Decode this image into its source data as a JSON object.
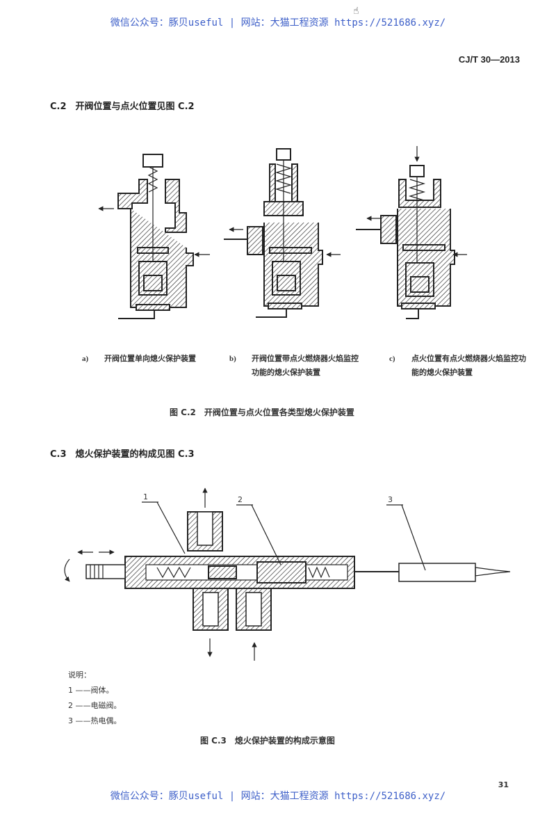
{
  "watermark": {
    "top": "微信公众号：豚贝useful | 网站：大猫工程资源 https://521686.xyz/",
    "bottom": "微信公众号：豚贝useful | 网站：大猫工程资源 https://521686.xyz/"
  },
  "header": {
    "standard_no": "CJ/T 30—2013"
  },
  "section_c2": {
    "number": "C.2",
    "title": "开阀位置与点火位置见图 C.2",
    "subfigures": [
      {
        "tag": "a)",
        "text": "开阀位置单向熄火保护装置"
      },
      {
        "tag": "b)",
        "text": "开阀位置带点火燃烧器火焰监控功能的熄火保护装置"
      },
      {
        "tag": "c)",
        "text": "点火位置有点火燃烧器火焰监控功能的熄火保护装置"
      }
    ],
    "figure_caption": "图 C.2　开阀位置与点火位置各类型熄火保护装置"
  },
  "section_c3": {
    "number": "C.3",
    "title": "熄火保护装置的构成见图 C.3",
    "callouts": [
      "1",
      "2",
      "3"
    ],
    "legend_title": "说明：",
    "legend": [
      {
        "num": "1",
        "text": "——阀体。"
      },
      {
        "num": "2",
        "text": "——电磁阀。"
      },
      {
        "num": "3",
        "text": "——热电偶。"
      }
    ],
    "figure_caption": "图 C.3　熄火保护装置的构成示意图"
  },
  "footer": {
    "page_number": "31"
  },
  "icons": {
    "cursor": "hand-cursor-icon"
  }
}
